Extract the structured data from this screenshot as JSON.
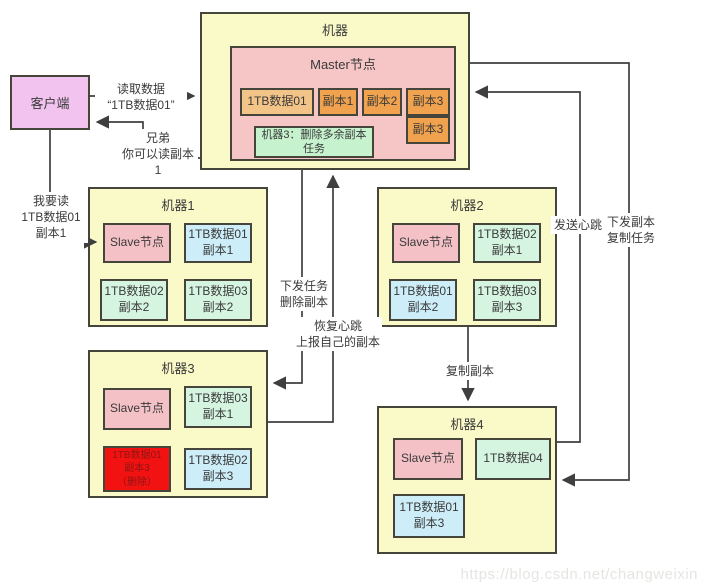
{
  "client": {
    "label": "客户端"
  },
  "master_machine": {
    "title": "机器",
    "node_title": "Master节点",
    "data_block": "1TB数据01",
    "replica1": "副本1",
    "replica2": "副本2",
    "replica3": "副本3",
    "extra_replica": "副本3",
    "task_line1": "机器3：删除多余副本",
    "task_line2": "任务"
  },
  "machine1": {
    "title": "机器1",
    "slave": "Slave节点",
    "block_tr": {
      "line1": "1TB数据01",
      "line2": "副本1"
    },
    "block_bl": {
      "line1": "1TB数据02",
      "line2": "副本2"
    },
    "block_br": {
      "line1": "1TB数据03",
      "line2": "副本2"
    }
  },
  "machine2": {
    "title": "机器2",
    "slave": "Slave节点",
    "block_tr": {
      "line1": "1TB数据02",
      "line2": "副本1"
    },
    "block_bl": {
      "line1": "1TB数据01",
      "line2": "副本2"
    },
    "block_br": {
      "line1": "1TB数据03",
      "line2": "副本3"
    }
  },
  "machine3": {
    "title": "机器3",
    "slave": "Slave节点",
    "block_tr": {
      "line1": "1TB数据03",
      "line2": "副本1"
    },
    "block_deleted": {
      "line1": "1TB数据01",
      "line2": "副本3",
      "line3": "（删除）"
    },
    "block_br": {
      "line1": "1TB数据02",
      "line2": "副本3"
    }
  },
  "machine4": {
    "title": "机器4",
    "slave": "Slave节点",
    "block_tr": {
      "line1": "1TB数据04"
    },
    "block_bl": {
      "line1": "1TB数据01",
      "line2": "副本3"
    }
  },
  "arrows": {
    "read_request": {
      "line1": "读取数据",
      "line2": "“1TB数据01”"
    },
    "read_response": {
      "line1": "兄弟",
      "line2": "你可以读副本1"
    },
    "client_read": {
      "line1": "我要读",
      "line2": "1TB数据01",
      "line3": "副本1"
    },
    "delete_task": {
      "line1": "下发任务",
      "line2": "删除副本"
    },
    "heartbeat_recover": {
      "line1": "恢复心跳",
      "line2": "上报自己的副本"
    },
    "send_heartbeat": {
      "line1": "发送心跳"
    },
    "copy_task": {
      "line1": "下发副本",
      "line2": "复制任务"
    },
    "copy_replica": {
      "line1": "复制副本"
    }
  },
  "watermark": "https://blog.csdn.net/changweixin",
  "colors": {
    "machine_bg": "#fafac9",
    "master_node_bg": "#f6c6c6",
    "slave_bg": "#f4c2c6",
    "client_bg": "#f2c3ef",
    "cyan_block": "#cdeef8",
    "green_block": "#d6f5e0",
    "orange_block": "#f0a24e",
    "light_orange_block": "#f2c488",
    "task_green": "#c6f2ce",
    "deleted_red": "#f21212",
    "line": "#3f3f3f"
  }
}
